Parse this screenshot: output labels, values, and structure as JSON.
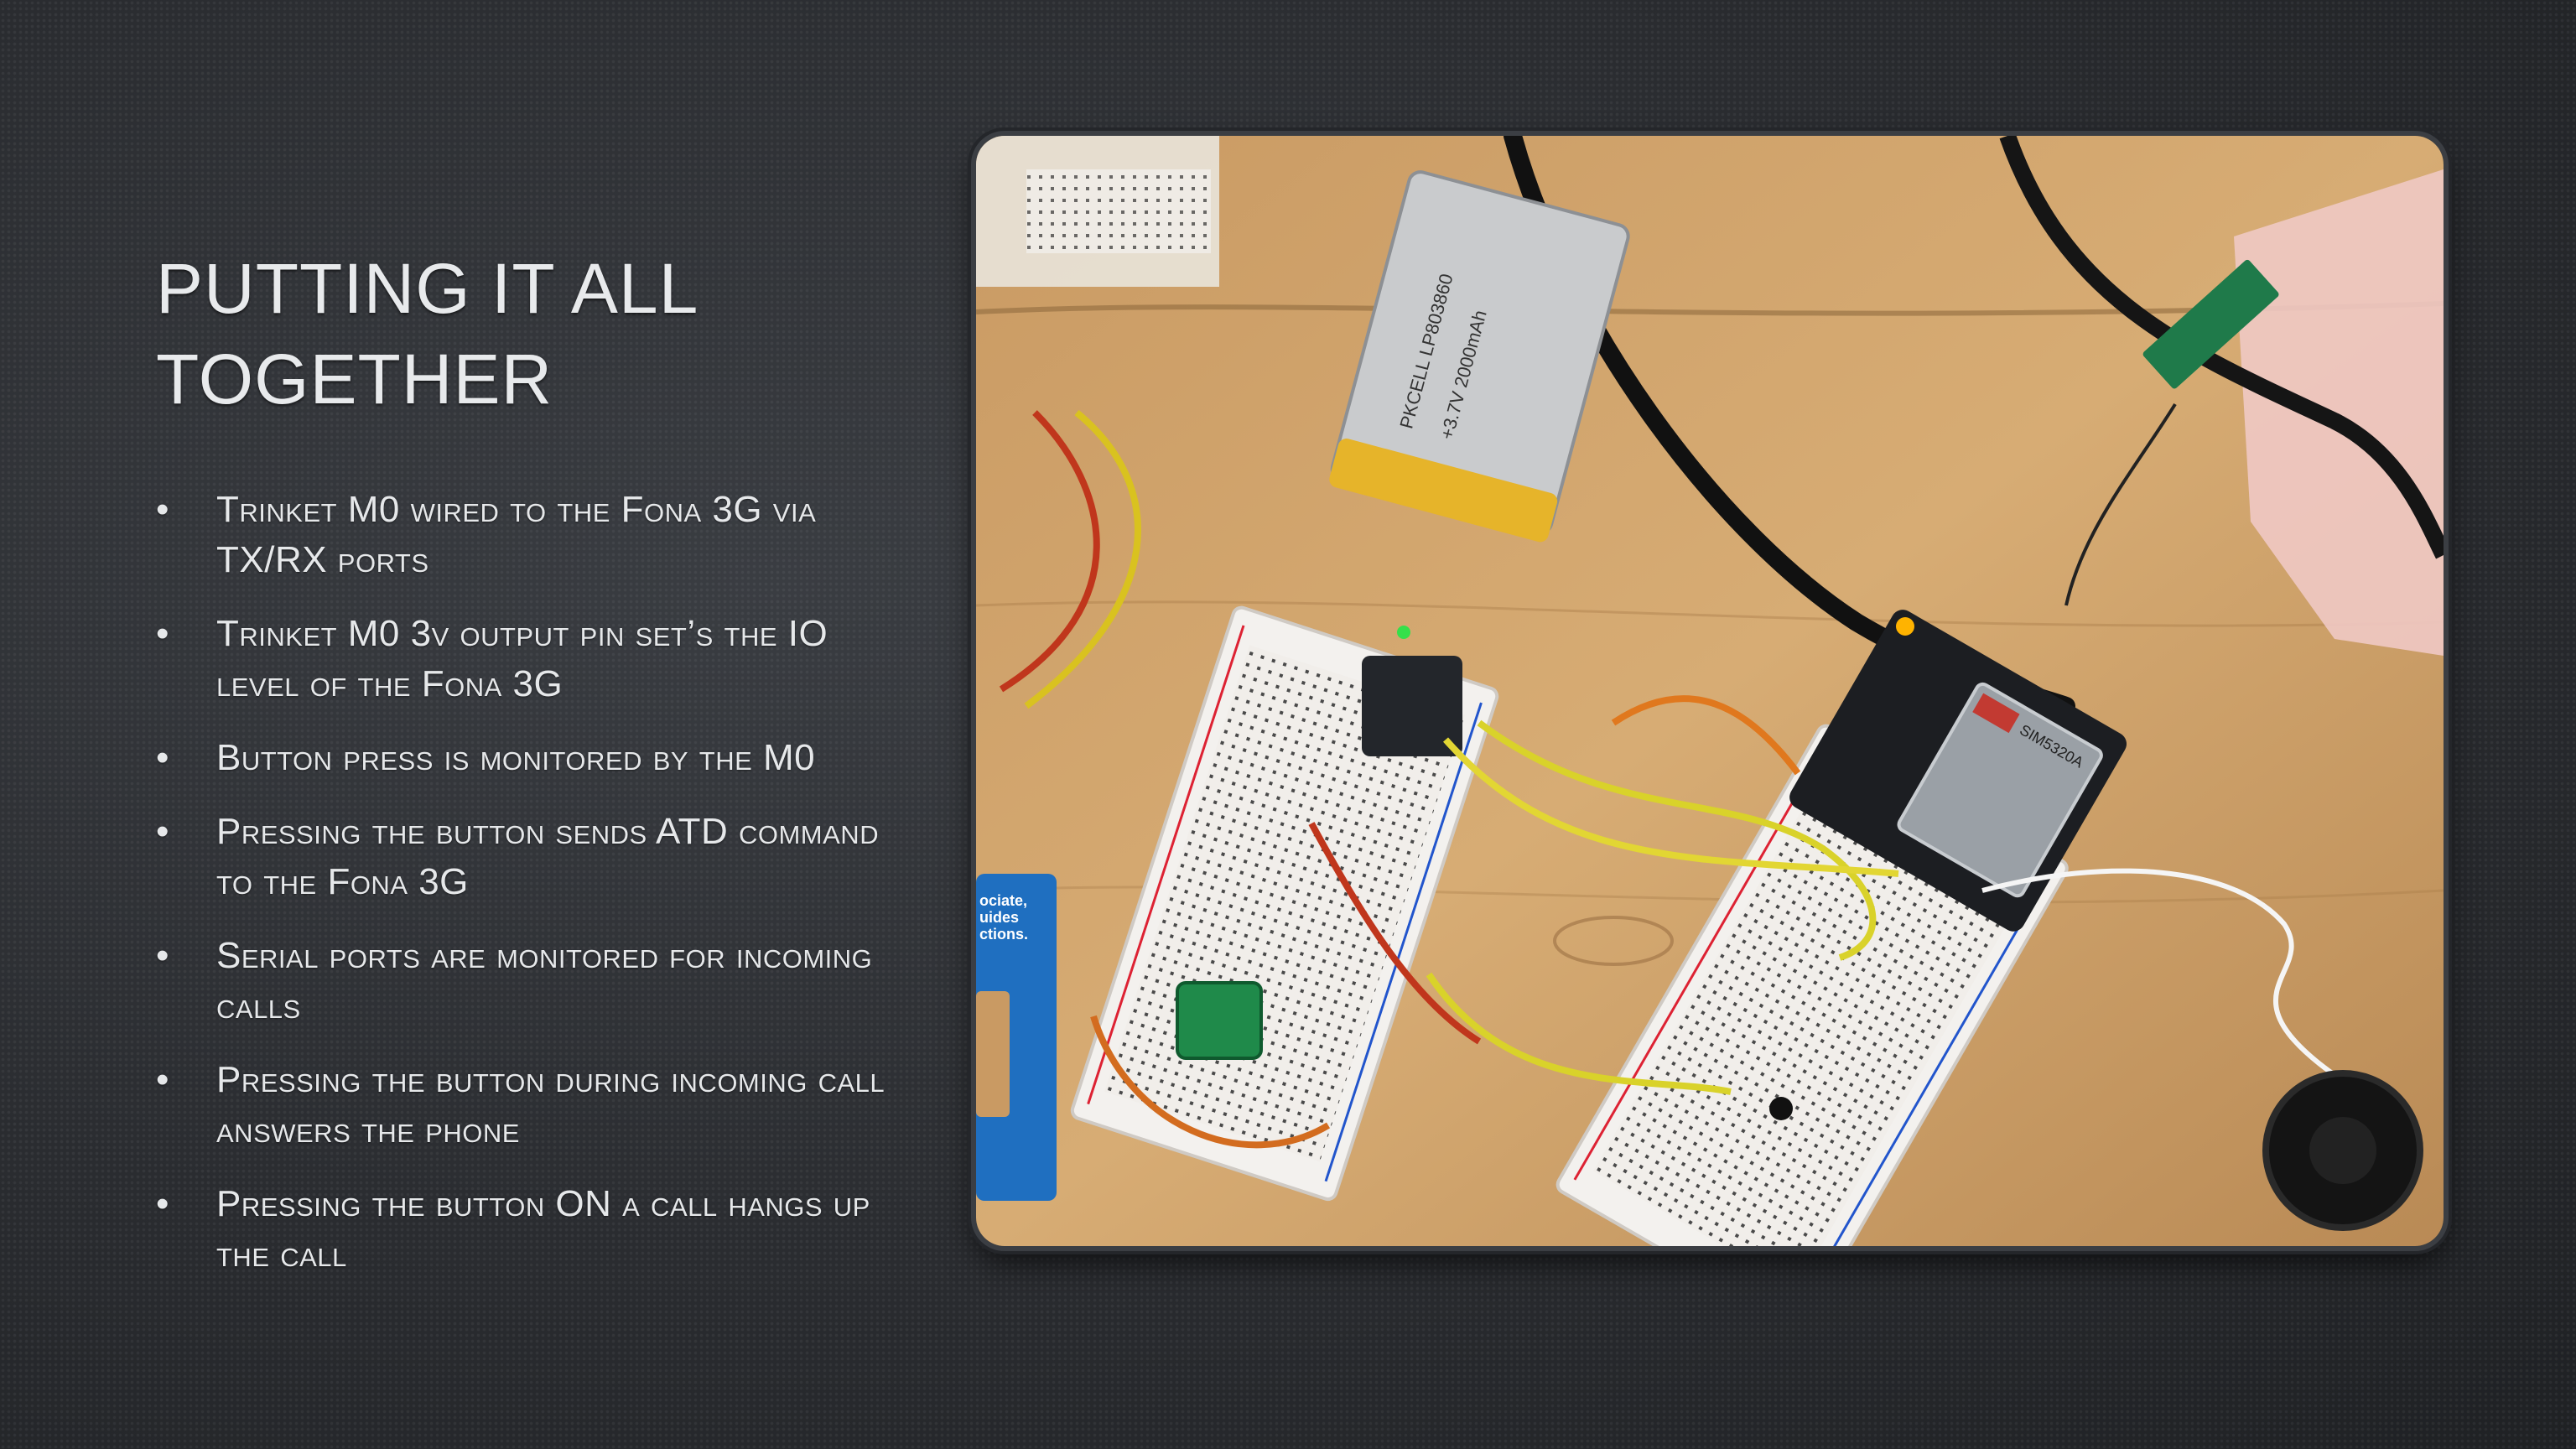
{
  "slide": {
    "title_line1": "Putting it all",
    "title_line2": "together",
    "bullets": [
      "Trinket M0 wired to the Fona 3G via TX/RX ports",
      "Trinket M0 3v output pin set’s the IO level of the Fona 3G",
      "Button press is monitored by the M0",
      "Pressing the button sends ATD command to the Fona 3G",
      "Serial ports are monitored for incoming calls",
      "Pressing the button during incoming call answers the phone",
      "Pressing the button ON a call hangs up the call"
    ],
    "bullet_glyph": "•"
  },
  "photo": {
    "battery_label": "PKCELL LP803860",
    "battery_spec": "+3.7V 2000mAh",
    "module_label": "SIM5320A",
    "card_text_line1": "ociate,",
    "card_text_line2": "uides",
    "card_text_line3": "ctions."
  }
}
